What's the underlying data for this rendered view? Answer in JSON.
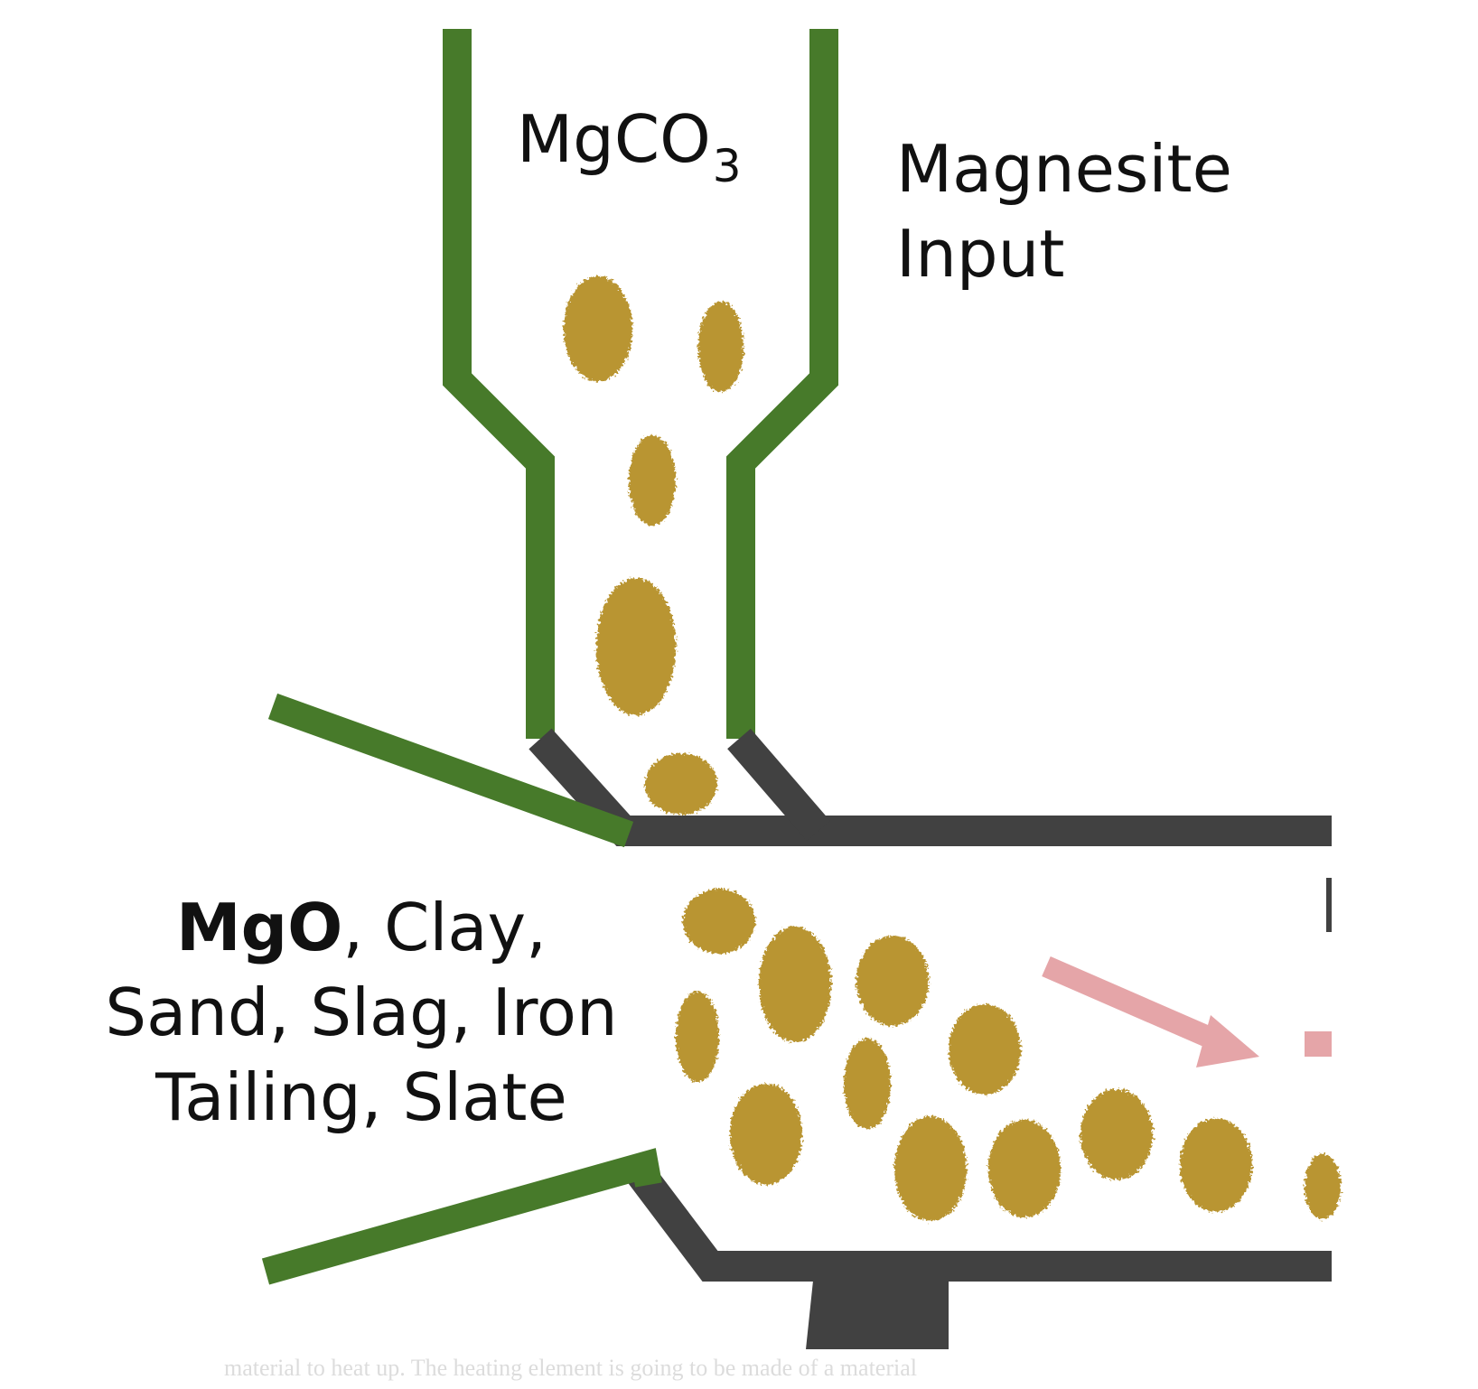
{
  "labels": {
    "formula_main": "MgCO",
    "formula_sub": "3",
    "input_line1": "Magnesite",
    "input_line2": "Input",
    "output_bold": "MgO",
    "output_rest_line1": ", Clay,",
    "output_line2": "Sand, Slag, Iron",
    "output_line3": "Tailing, Slate"
  },
  "caption": "material to heat up. The heating element is going to be made of a material",
  "colors": {
    "hopper_green": "#477a2a",
    "chamber_gray": "#414141",
    "particle_gold": "#b99530",
    "arrow_pink": "#e5a5a8",
    "text": "#111111",
    "caption_text": "#dcdcdc"
  }
}
